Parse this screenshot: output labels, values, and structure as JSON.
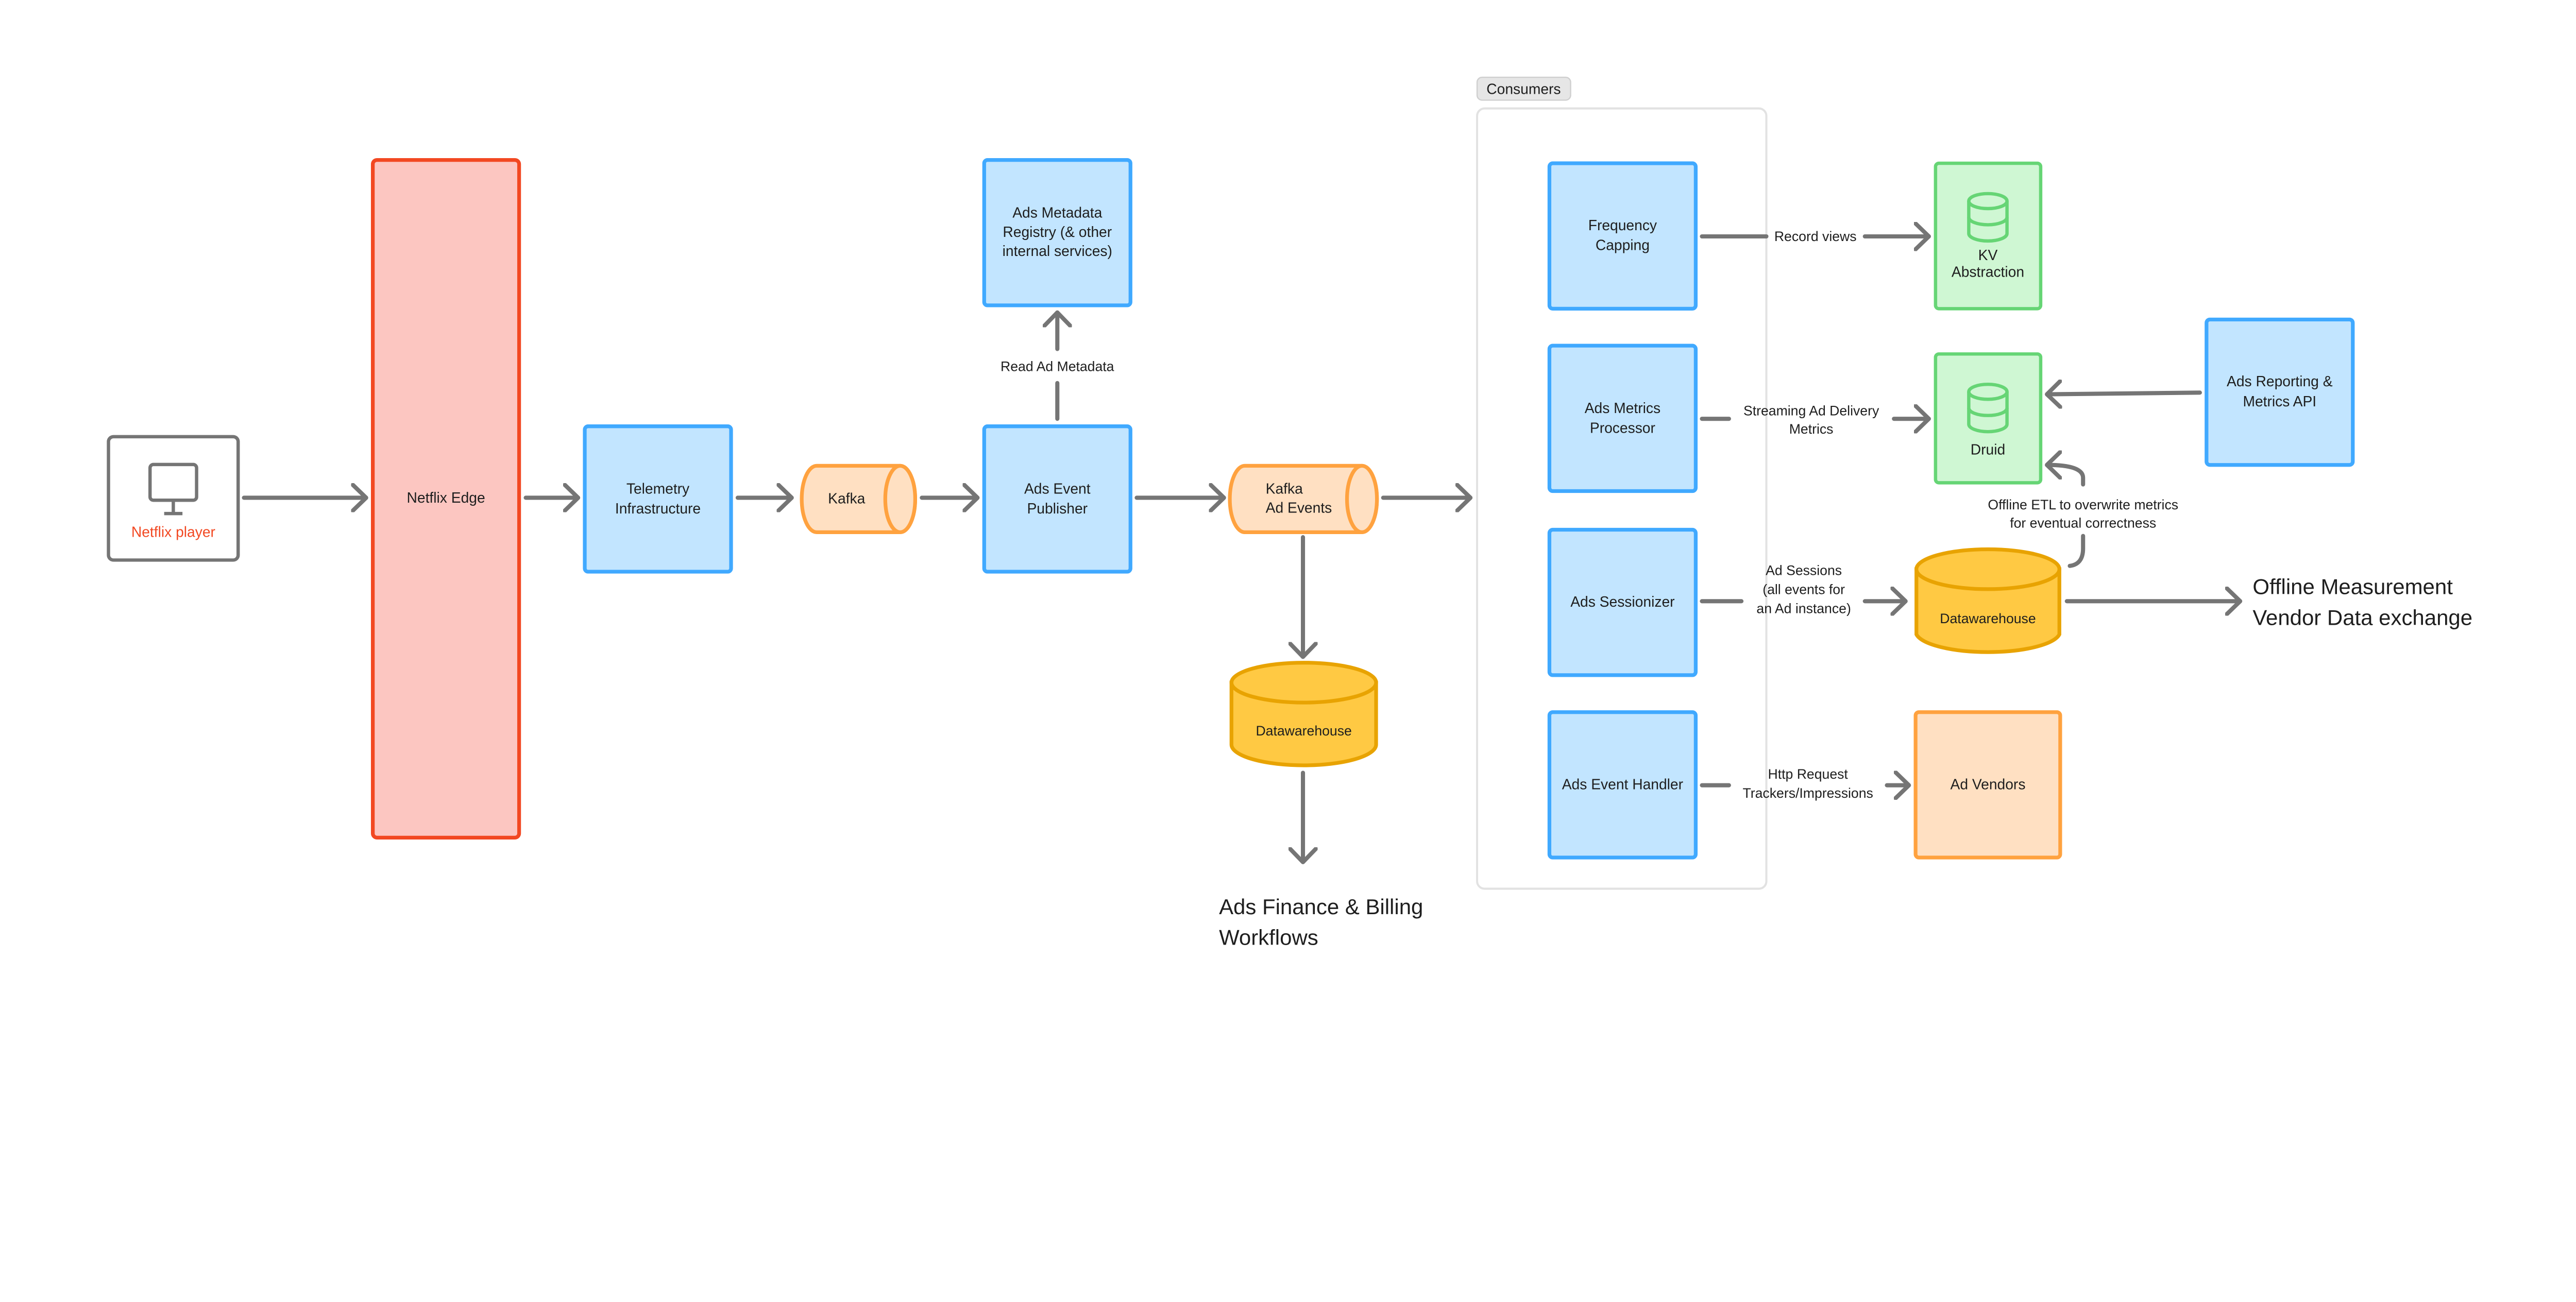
{
  "nodes": {
    "player": {
      "label": "Netflix player",
      "icon": "monitor-icon",
      "label_color": "#f24822"
    },
    "edge": {
      "label": "Netflix Edge"
    },
    "telemetry": {
      "lines": [
        "Telemetry",
        "Infrastructure"
      ]
    },
    "kafka": {
      "label": "Kafka"
    },
    "publisher": {
      "lines": [
        "Ads Event",
        "Publisher"
      ]
    },
    "metadata_registry": {
      "lines": [
        "Ads Metadata",
        "Registry (& other",
        "internal services)"
      ]
    },
    "kafka_ad_events": {
      "lines": [
        "Kafka",
        "Ad Events"
      ]
    },
    "datawarehouse_1": {
      "label": "Datawarehouse"
    },
    "finance": {
      "lines": [
        "Ads Finance & Billing",
        "Workflows"
      ]
    },
    "consumers": {
      "label": "Consumers"
    },
    "frequency_capping": {
      "lines": [
        "Frequency",
        "Capping"
      ]
    },
    "metrics_processor": {
      "lines": [
        "Ads Metrics",
        "Processor"
      ]
    },
    "sessionizer": {
      "label": "Ads Sessionizer"
    },
    "event_handler": {
      "label": "Ads Event Handler"
    },
    "kv": {
      "lines": [
        "KV",
        "Abstraction"
      ],
      "icon": "database-icon"
    },
    "druid": {
      "label": "Druid",
      "icon": "database-icon"
    },
    "reporting_api": {
      "lines": [
        "Ads Reporting &",
        "Metrics API"
      ]
    },
    "datawarehouse_2": {
      "label": "Datawarehouse"
    },
    "ad_vendors": {
      "label": "Ad Vendors"
    },
    "offline_measurement": {
      "lines": [
        "Offline Measurement",
        "Vendor Data exchange"
      ]
    }
  },
  "edges": {
    "read_metadata": "Read Ad Metadata",
    "record_views": "Record views",
    "streaming_metrics": [
      "Streaming Ad Delivery",
      "Metrics"
    ],
    "ad_sessions": [
      "Ad Sessions",
      "(all events for",
      "an Ad instance)"
    ],
    "http_request": [
      "Http Request",
      "Trackers/Impressions"
    ],
    "offline_etl": [
      "Offline ETL to overwrite metrics",
      "for eventual correctness"
    ]
  },
  "colors": {
    "service_blue": "#c2e5ff",
    "edge_red": "#fcc6c1",
    "queue_orange": "#ffe0c2",
    "warehouse_yellow": "#ffc943",
    "store_green": "#cff7d3",
    "arrow_gray": "#757575"
  }
}
